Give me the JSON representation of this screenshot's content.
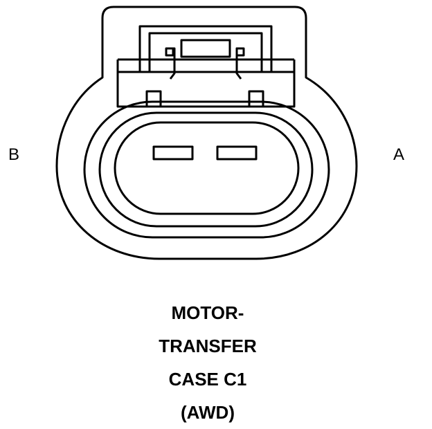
{
  "diagram": {
    "pins": {
      "left": "B",
      "right": "A"
    },
    "caption": [
      "MOTOR-",
      "TRANSFER",
      "CASE C1",
      "(AWD)"
    ],
    "colors": {
      "line": "#000000",
      "background": "#ffffff"
    }
  }
}
